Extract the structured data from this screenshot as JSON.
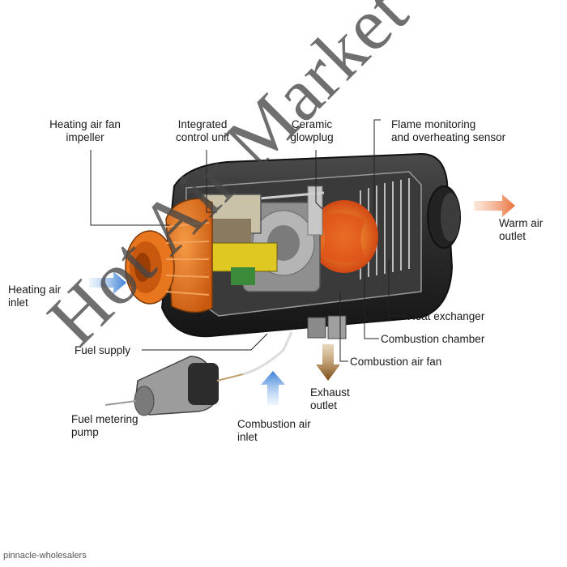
{
  "labels": {
    "fan_impeller": "Heating air fan\nimpeller",
    "control_unit": "Integrated\ncontrol unit",
    "glowplug": "Ceramic\nglowplug",
    "flame_sensor": "Flame monitoring\nand overheating sensor",
    "warm_air": "Warm air\noutlet",
    "heating_inlet": "Heating air\ninlet",
    "heat_exchanger": "Heat exchanger",
    "combustion_chamber": "Combustion chamber",
    "combustion_fan": "Combustion air fan",
    "fuel_supply": "Fuel supply",
    "exhaust": "Exhaust\noutlet",
    "combustion_inlet": "Combustion air\ninlet",
    "fuel_pump": "Fuel metering\npump"
  },
  "watermark": "Hot Air Market",
  "footer": "pinnacle-wholesalers",
  "colors": {
    "housing": "#2b2b2b",
    "orange": "#e8761e",
    "warm_arrow": "#e8703a",
    "cold_arrow": "#3a7fd5",
    "exhaust_arrow": "#8a5a1c"
  }
}
